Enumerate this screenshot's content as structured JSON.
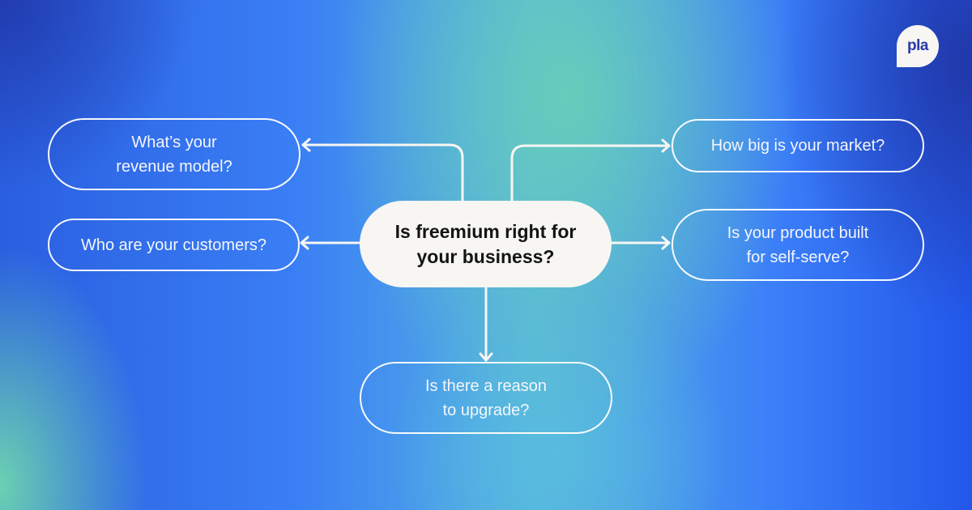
{
  "logo": {
    "text": "pla",
    "icon": "speech-bubble-logo"
  },
  "diagram": {
    "center": {
      "line1": "Is freemium right for",
      "line2": "your business?"
    },
    "nodes": [
      {
        "id": "revenue-model",
        "line1": "What’s your",
        "line2": "revenue model?"
      },
      {
        "id": "customers",
        "line1": "Who are your customers?"
      },
      {
        "id": "market",
        "line1": "How big is your market?"
      },
      {
        "id": "self-serve",
        "line1": "Is your product built",
        "line2": "for self-serve?"
      },
      {
        "id": "upgrade",
        "line1": "Is there a reason",
        "line2": "to upgrade?"
      }
    ]
  },
  "colors": {
    "center_fill": "#f7f6f3",
    "center_text": "#141414",
    "node_border": "#ffffff",
    "logo_text": "#2a3aa8",
    "bg_blue": "#3a7ef5",
    "bg_teal": "#67ccba",
    "bg_navy": "#2138a8"
  }
}
